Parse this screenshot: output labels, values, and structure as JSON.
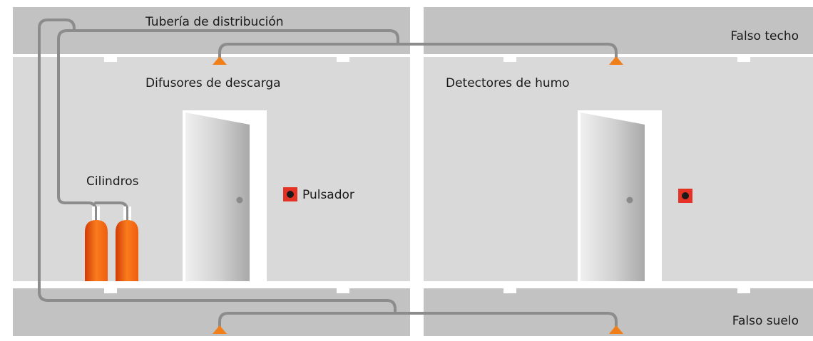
{
  "labels": {
    "pipe": "Tubería de distribución",
    "nozzles": "Difusores de descarga",
    "detectors": "Detectores de humo",
    "cylinders": "Cilindros",
    "button": "Pulsador",
    "false_ceiling": "Falso techo",
    "false_floor": "Falso suelo"
  },
  "colors": {
    "wall": "#d9d9d9",
    "ceiling": "#c2c2c2",
    "pipe": "#8c8c8c",
    "nozzle": "#f07f1a",
    "cylinder": "#f06a12",
    "button_bg": "#e43224",
    "door_frame": "#ffffff"
  }
}
